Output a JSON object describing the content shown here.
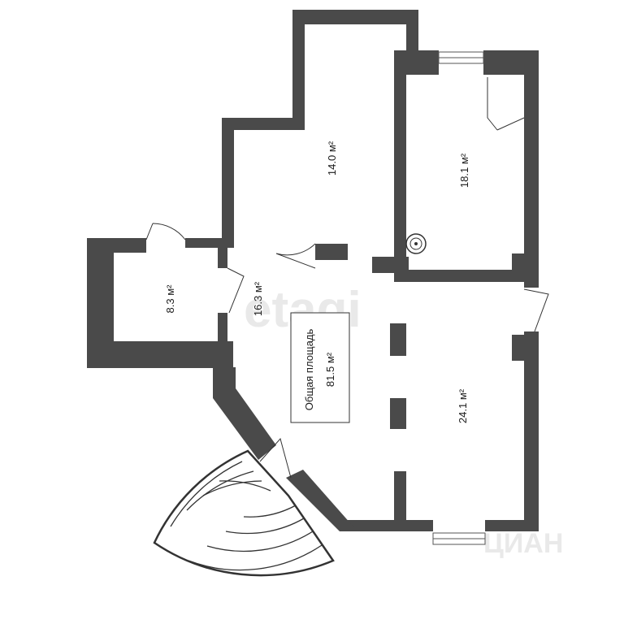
{
  "rooms": [
    {
      "id": "room-top",
      "area": "14.0 м²"
    },
    {
      "id": "room-right-top",
      "area": "18.1 м²"
    },
    {
      "id": "room-left",
      "area": "8.3 м²"
    },
    {
      "id": "room-hall",
      "area": "16.3 м²"
    },
    {
      "id": "room-right-bottom",
      "area": "24.1 м²"
    }
  ],
  "total": {
    "label": "Общая площадь",
    "value": "81.5 м²"
  },
  "watermarks": [
    "etagi",
    "ЦИАН"
  ],
  "colors": {
    "wall": "#4a4a4a",
    "background": "#ffffff",
    "line": "#333333",
    "watermark": "#e6e6e6"
  }
}
